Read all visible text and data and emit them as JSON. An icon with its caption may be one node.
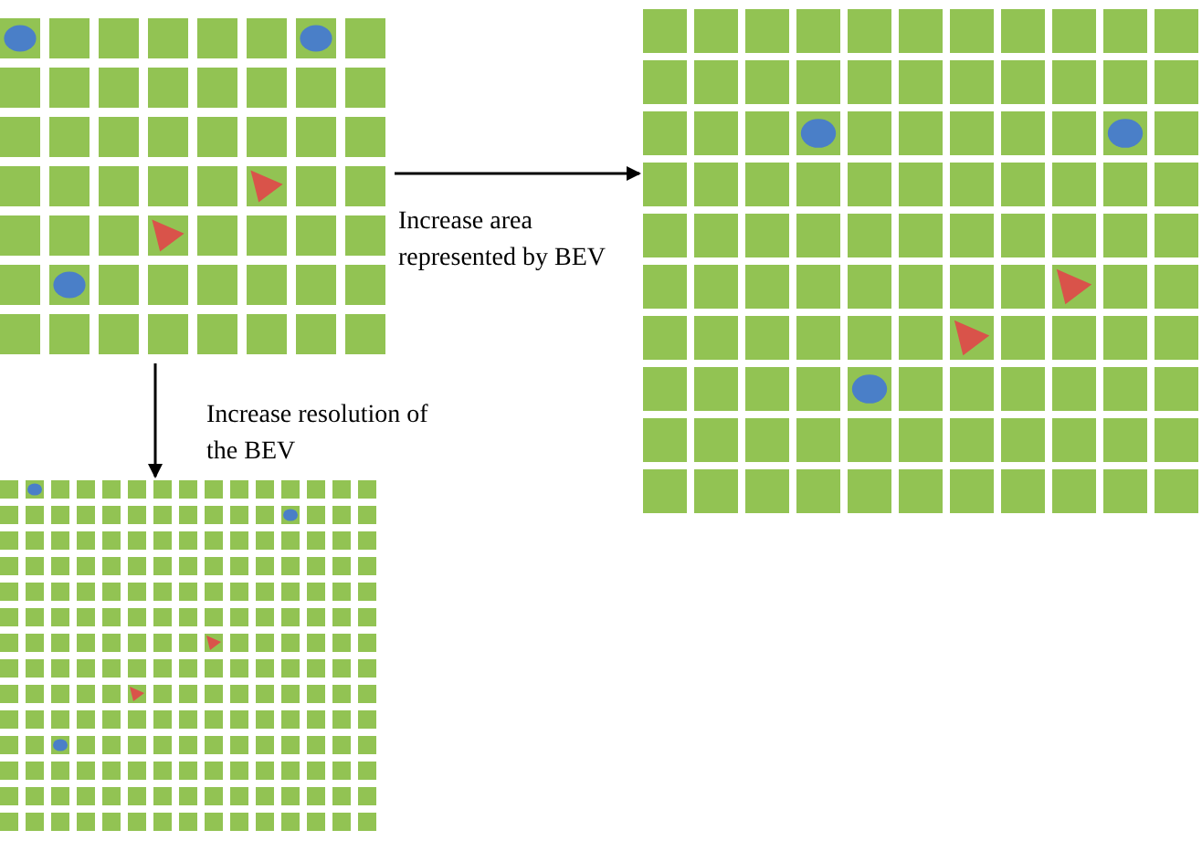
{
  "diagram": {
    "nodes": [
      {
        "text": [],
        "shape": "picture"
      },
      {
        "text": [],
        "shape": "picture"
      },
      {
        "text": [],
        "shape": "picture"
      }
    ],
    "edges": [
      {
        "from": 0,
        "to": 1,
        "arrow": "to",
        "label": "Increase area represented by BEV"
      },
      {
        "from": 0,
        "to": 2,
        "arrow": "to",
        "label": "Increase resolution of the BEV"
      }
    ]
  }
}
